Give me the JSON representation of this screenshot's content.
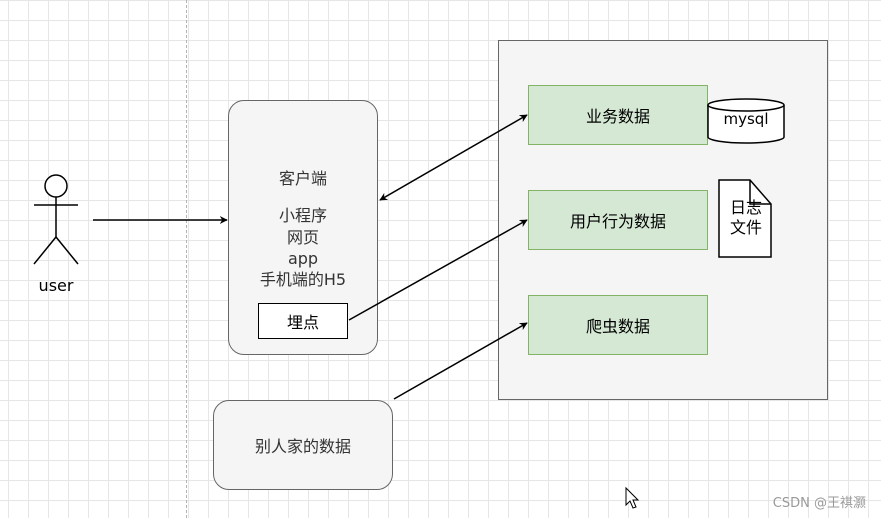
{
  "diagram": {
    "user_label": "user",
    "client": {
      "title": "客户端",
      "lines": [
        "小程序",
        "网页",
        "app",
        "手机端的H5"
      ],
      "tracking_point": "埋点"
    },
    "other_data": "别人家的数据",
    "storage": {
      "business_data": "业务数据",
      "user_behavior_data": "用户行为数据",
      "crawler_data": "爬虫数据",
      "mysql_label": "mysql",
      "log_file_label": [
        "日志",
        "文件"
      ]
    },
    "watermark": "CSDN @王祺灏"
  }
}
